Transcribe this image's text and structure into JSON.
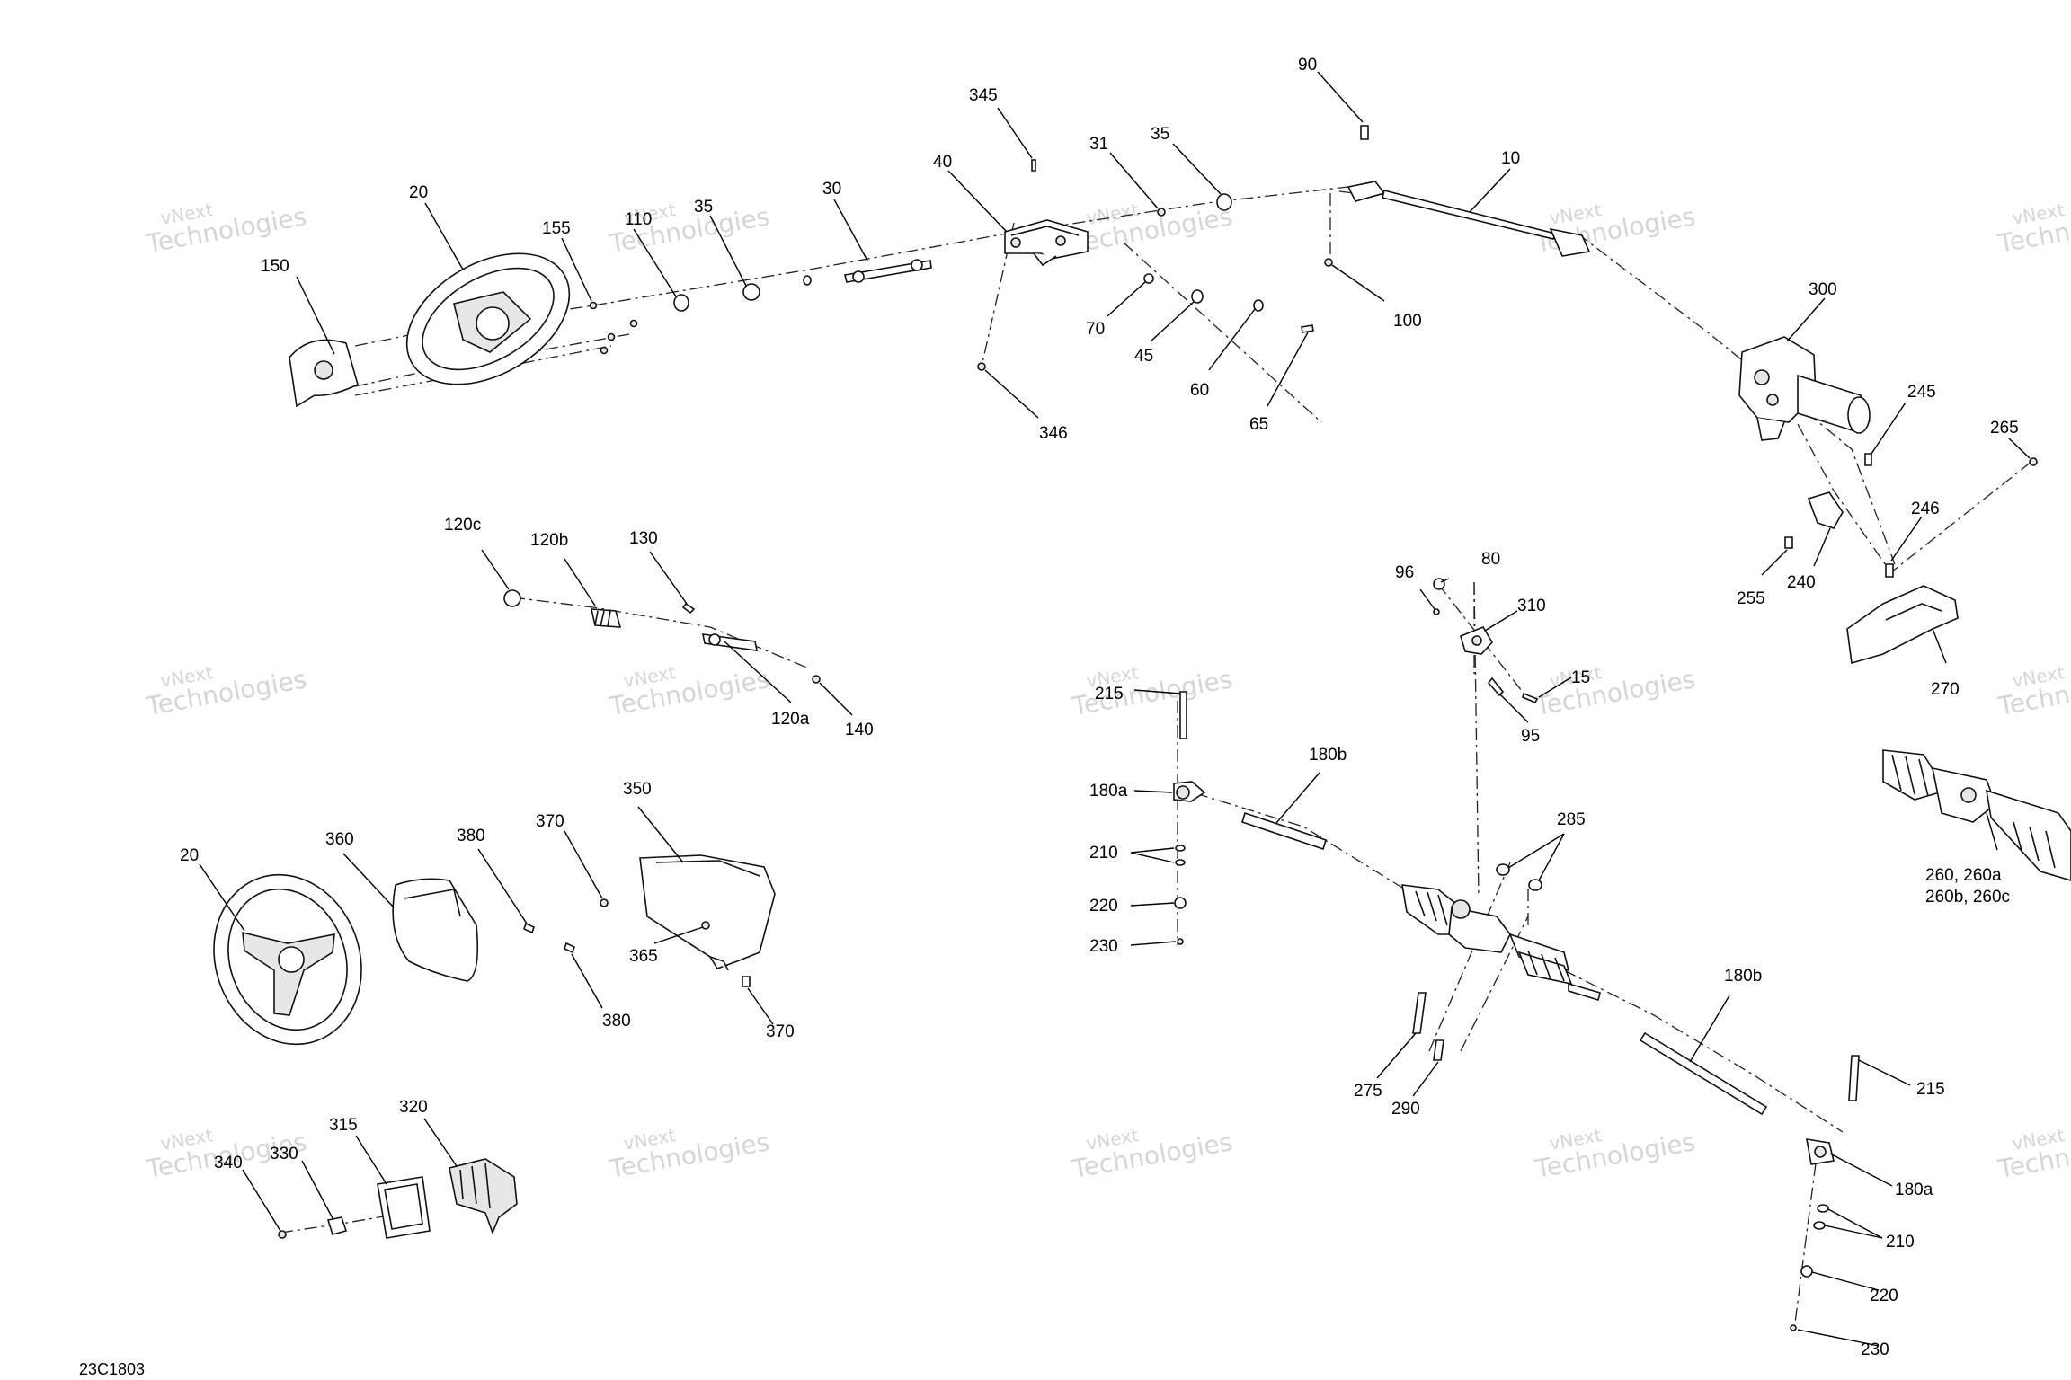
{
  "document": {
    "code": "23C1803",
    "watermark_line1": "vNext",
    "watermark_line2": "Technologies"
  },
  "callouts": [
    {
      "id": "c150",
      "text": "150"
    },
    {
      "id": "c20a",
      "text": "20"
    },
    {
      "id": "c155",
      "text": "155"
    },
    {
      "id": "c110",
      "text": "110"
    },
    {
      "id": "c35a",
      "text": "35"
    },
    {
      "id": "c30",
      "text": "30"
    },
    {
      "id": "c345",
      "text": "345"
    },
    {
      "id": "c40",
      "text": "40"
    },
    {
      "id": "c31",
      "text": "31"
    },
    {
      "id": "c35b",
      "text": "35"
    },
    {
      "id": "c90",
      "text": "90"
    },
    {
      "id": "c10",
      "text": "10"
    },
    {
      "id": "c100",
      "text": "100"
    },
    {
      "id": "c70",
      "text": "70"
    },
    {
      "id": "c45",
      "text": "45"
    },
    {
      "id": "c60",
      "text": "60"
    },
    {
      "id": "c65",
      "text": "65"
    },
    {
      "id": "c346",
      "text": "346"
    },
    {
      "id": "c300",
      "text": "300"
    },
    {
      "id": "c245",
      "text": "245"
    },
    {
      "id": "c265",
      "text": "265"
    },
    {
      "id": "c246",
      "text": "246"
    },
    {
      "id": "c255",
      "text": "255"
    },
    {
      "id": "c240",
      "text": "240"
    },
    {
      "id": "c270",
      "text": "270"
    },
    {
      "id": "c120c",
      "text": "120c"
    },
    {
      "id": "c120b",
      "text": "120b"
    },
    {
      "id": "c130",
      "text": "130"
    },
    {
      "id": "c120a",
      "text": "120a"
    },
    {
      "id": "c140",
      "text": "140"
    },
    {
      "id": "c96",
      "text": "96"
    },
    {
      "id": "c80",
      "text": "80"
    },
    {
      "id": "c310",
      "text": "310"
    },
    {
      "id": "c15",
      "text": "15"
    },
    {
      "id": "c95",
      "text": "95"
    },
    {
      "id": "c215a",
      "text": "215"
    },
    {
      "id": "c180b1",
      "text": "180b"
    },
    {
      "id": "c180a1",
      "text": "180a"
    },
    {
      "id": "c210a",
      "text": "210"
    },
    {
      "id": "c220a",
      "text": "220"
    },
    {
      "id": "c230a",
      "text": "230"
    },
    {
      "id": "c285",
      "text": "285"
    },
    {
      "id": "c275",
      "text": "275"
    },
    {
      "id": "c290",
      "text": "290"
    },
    {
      "id": "c180b2",
      "text": "180b"
    },
    {
      "id": "c215b",
      "text": "215"
    },
    {
      "id": "c180a2",
      "text": "180a"
    },
    {
      "id": "c210b",
      "text": "210"
    },
    {
      "id": "c220b",
      "text": "220"
    },
    {
      "id": "c230b",
      "text": "230"
    },
    {
      "id": "c260l1",
      "text": "260, 260a"
    },
    {
      "id": "c260l2",
      "text": "260b, 260c"
    },
    {
      "id": "c20b",
      "text": "20"
    },
    {
      "id": "c360",
      "text": "360"
    },
    {
      "id": "c380a",
      "text": "380"
    },
    {
      "id": "c370a",
      "text": "370"
    },
    {
      "id": "c350",
      "text": "350"
    },
    {
      "id": "c365",
      "text": "365"
    },
    {
      "id": "c380b",
      "text": "380"
    },
    {
      "id": "c370b",
      "text": "370"
    },
    {
      "id": "c315",
      "text": "315"
    },
    {
      "id": "c320",
      "text": "320"
    },
    {
      "id": "c340",
      "text": "340"
    },
    {
      "id": "c330",
      "text": "330"
    }
  ]
}
